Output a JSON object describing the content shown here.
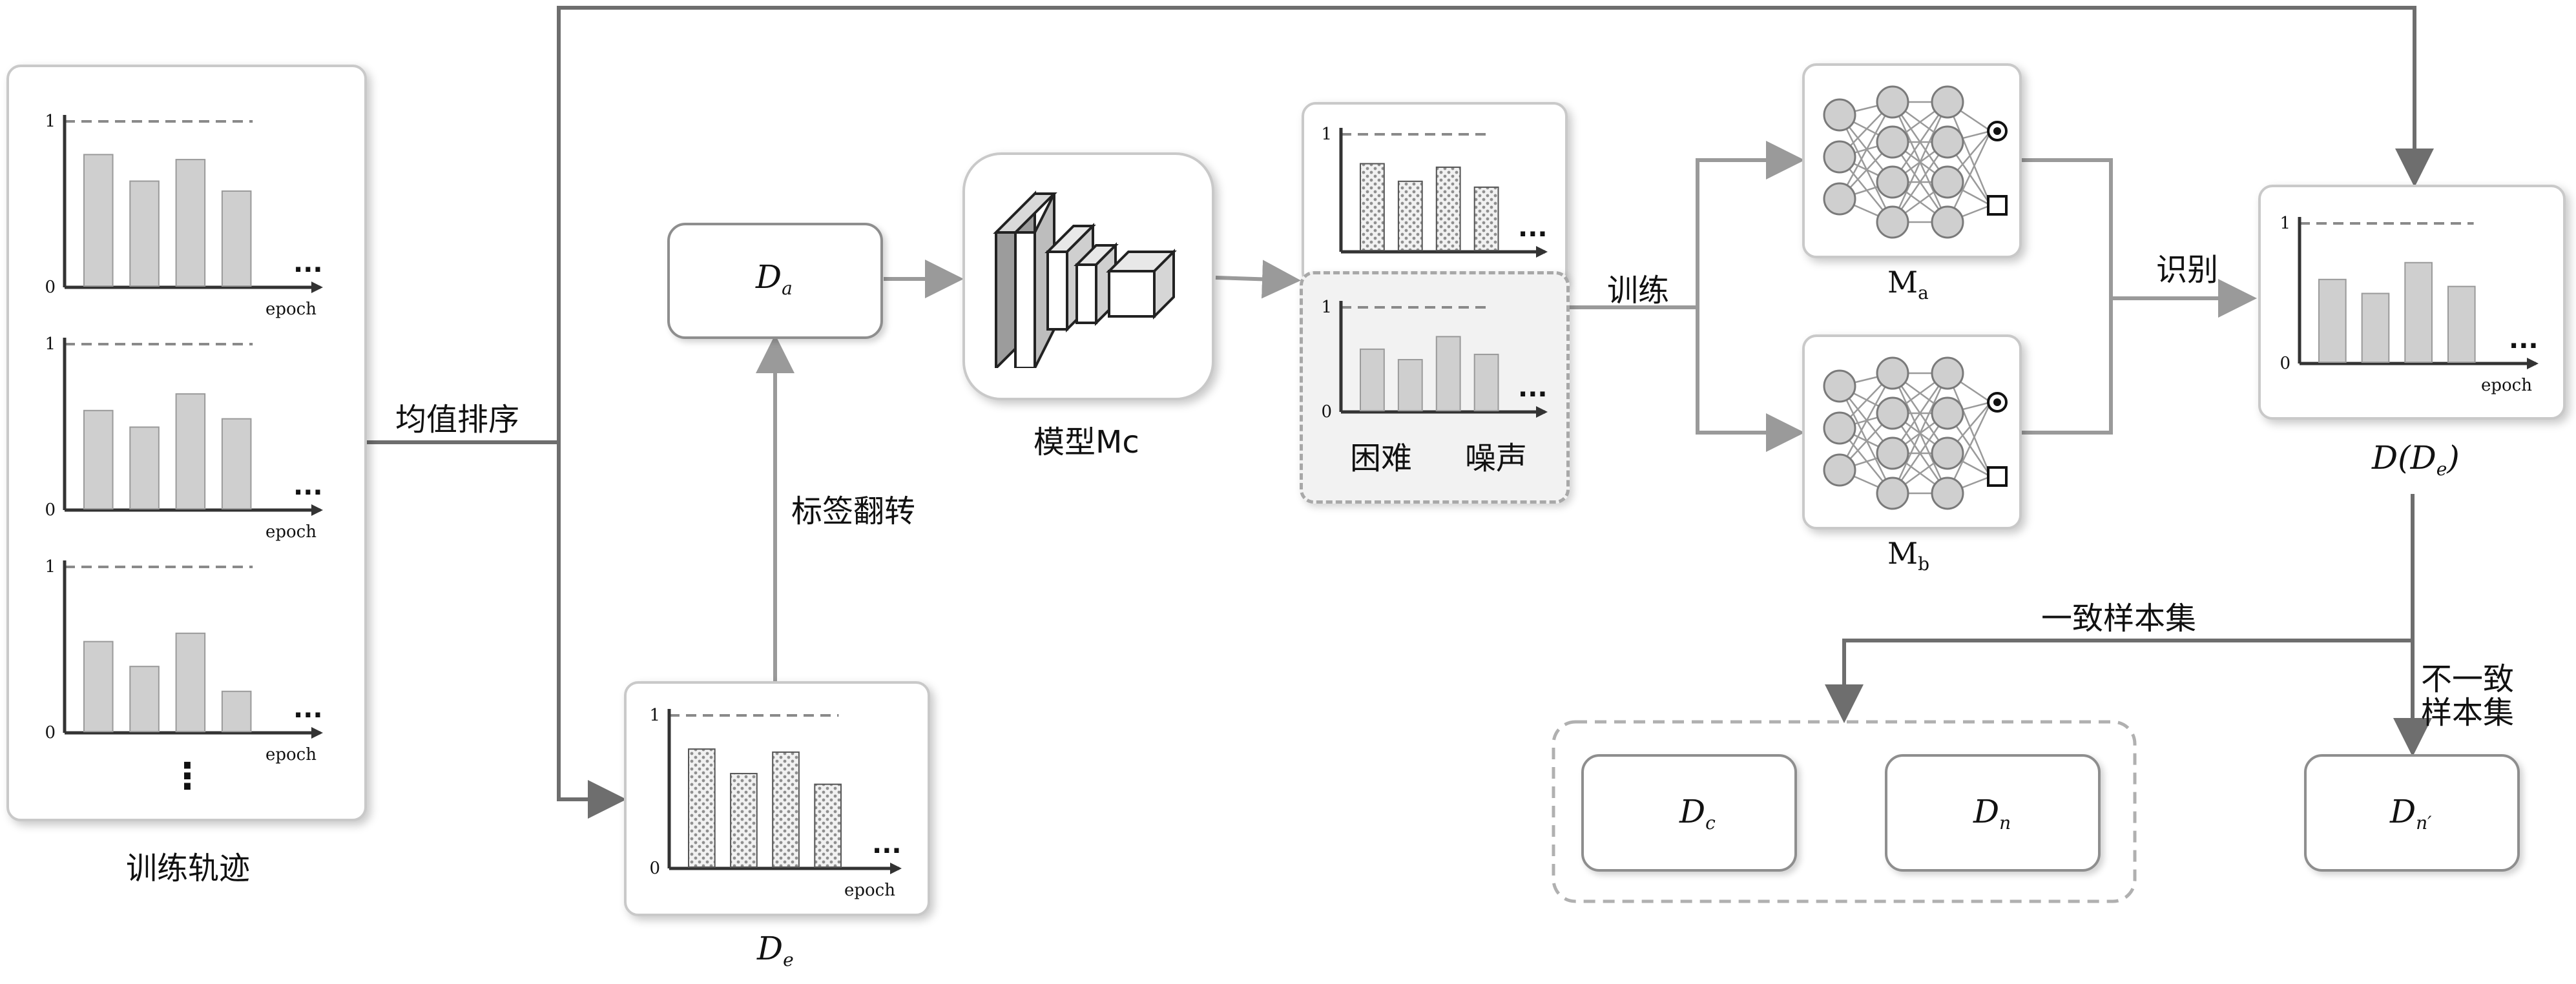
{
  "trajectories": {
    "caption": "训练轨迹",
    "panels": [
      {
        "values": [
          0.8,
          0.64,
          0.77,
          0.58
        ],
        "one": "1",
        "zero": "0",
        "xlabel": "epoch",
        "more": "..."
      },
      {
        "values": [
          0.6,
          0.5,
          0.7,
          0.55
        ],
        "one": "1",
        "zero": "0",
        "xlabel": "epoch",
        "more": "..."
      },
      {
        "values": [
          0.55,
          0.4,
          0.6,
          0.25
        ],
        "one": "1",
        "zero": "0",
        "xlabel": "epoch",
        "more": "..."
      }
    ],
    "vdots": "⋮"
  },
  "edges": {
    "mean_sort": "均值排序",
    "label_flip": "标签翻转",
    "train": "训练",
    "identify": "识别",
    "consistent": "一致样本集",
    "inconsistent_line1": "不一致",
    "inconsistent_line2": "样本集"
  },
  "nodes": {
    "Da": {
      "main": "D",
      "sub": "a"
    },
    "De": {
      "main": "D",
      "sub": "e"
    },
    "Dc": {
      "main": "D",
      "sub": "c"
    },
    "Dn": {
      "main": "D",
      "sub": "n"
    },
    "Dn_prime": {
      "main": "D",
      "sub": "n′"
    }
  },
  "model_mc": {
    "label": "模型Mc"
  },
  "hard_noise": {
    "hard": "困难",
    "noise": "噪声"
  },
  "classifiers": {
    "ma": {
      "main": "M",
      "sub": "a"
    },
    "mb": {
      "main": "M",
      "sub": "b"
    }
  },
  "output": {
    "prefix": "D(D",
    "sub": "e",
    "suffix": ")"
  },
  "charts": {
    "de": {
      "values": [
        0.78,
        0.62,
        0.76,
        0.55
      ],
      "one": "1",
      "zero": "0",
      "xlabel": "epoch",
      "more": "...",
      "pattern": "dots"
    },
    "mc_top": {
      "values": [
        0.75,
        0.6,
        0.72,
        0.55
      ],
      "one": "1",
      "zero": "",
      "xlabel": "",
      "more": "...",
      "pattern": "dots"
    },
    "mc_bottom": {
      "values": [
        0.6,
        0.5,
        0.72,
        0.55
      ],
      "one": "1",
      "zero": "0",
      "xlabel": "",
      "more": "...",
      "pattern": "solid"
    },
    "out": {
      "values": [
        0.6,
        0.5,
        0.72,
        0.55
      ],
      "one": "1",
      "zero": "0",
      "xlabel": "epoch",
      "more": "...",
      "pattern": "solid"
    }
  },
  "colors": {
    "line": "#6e6e6e",
    "bar": "#cfcfcf",
    "bar_stroke": "#9a9a9a",
    "dash": "#8a8a8a"
  }
}
